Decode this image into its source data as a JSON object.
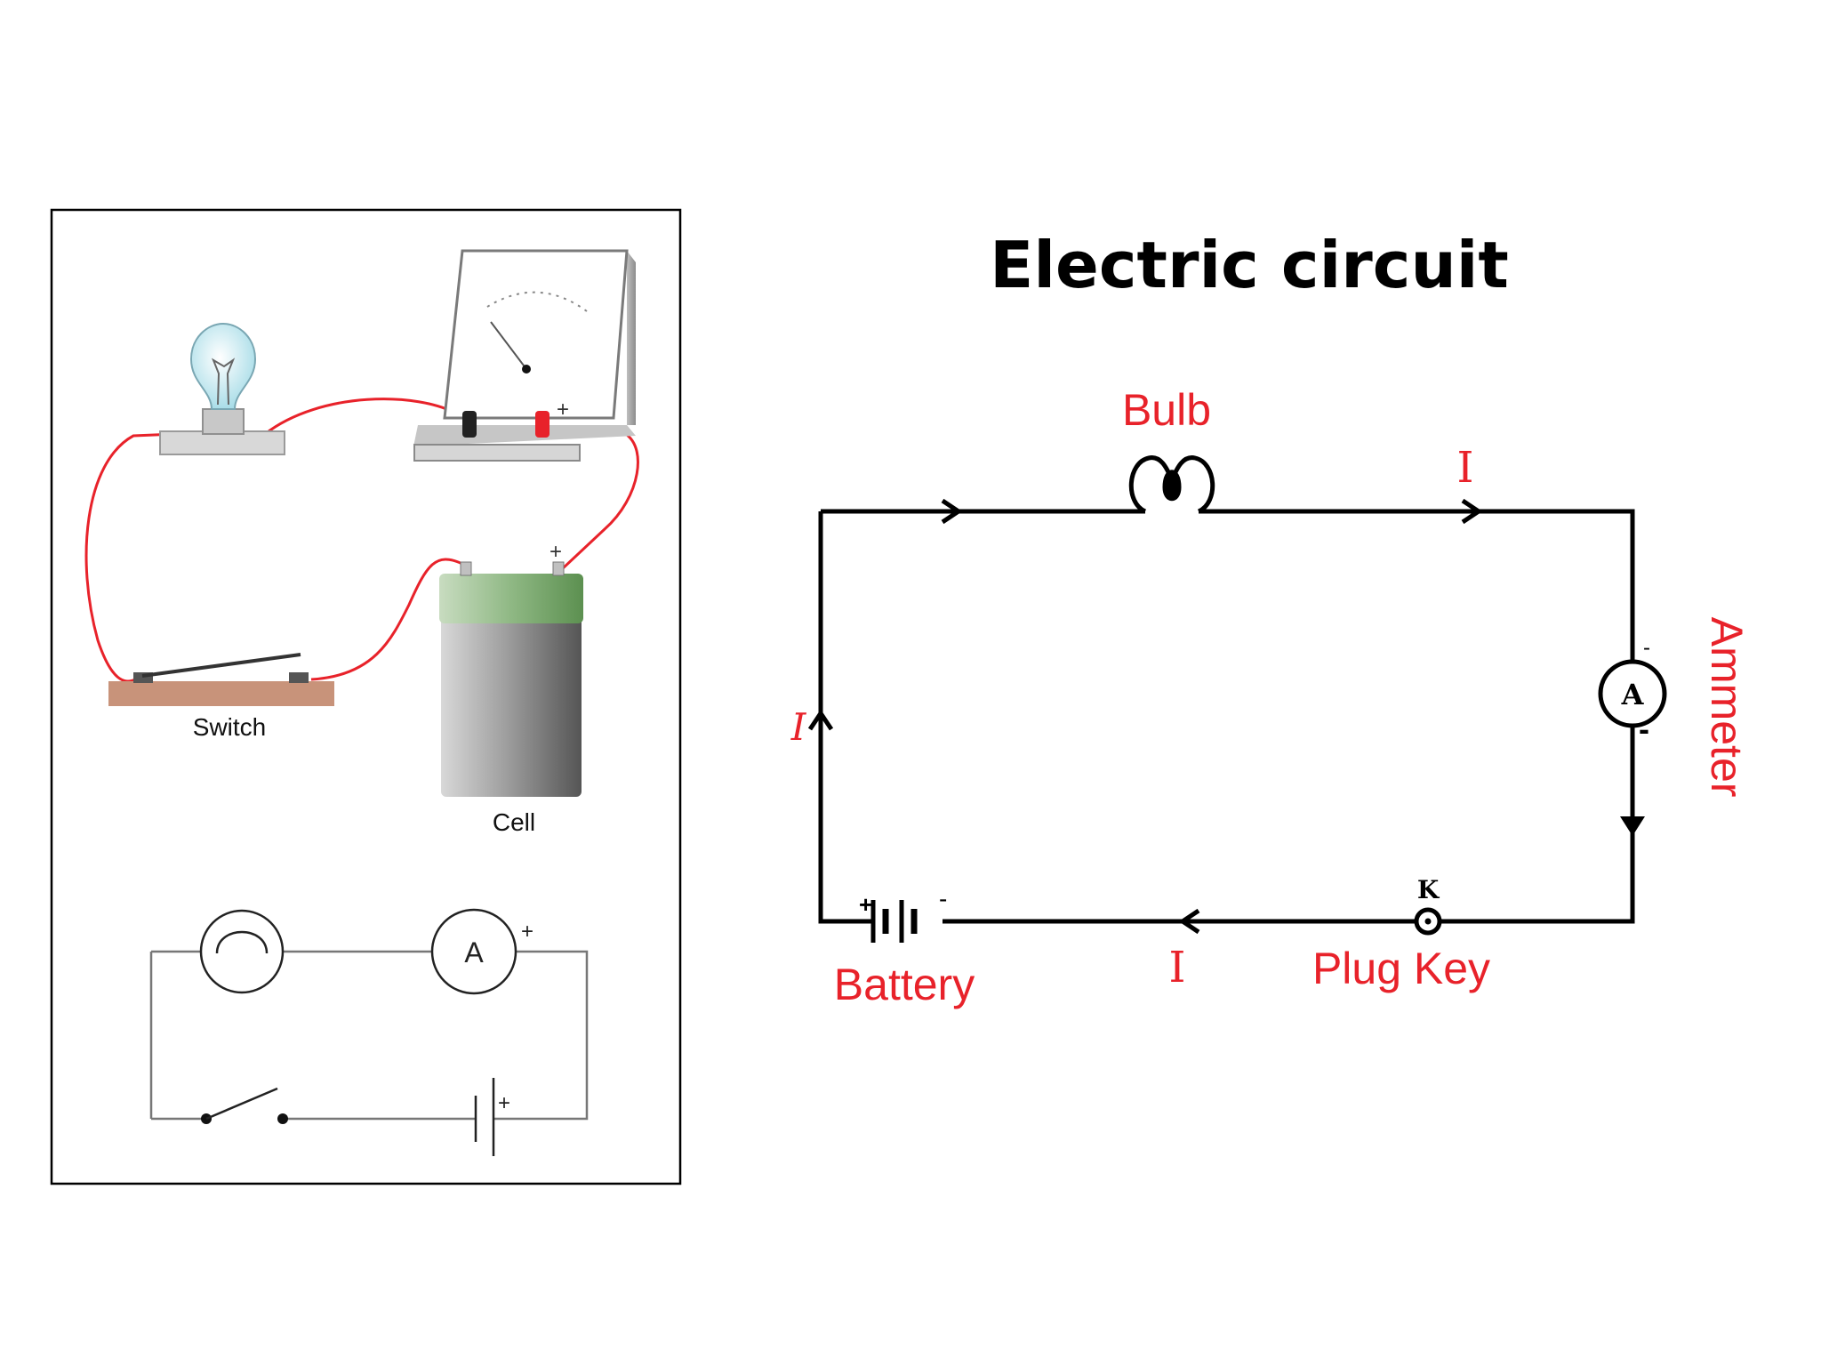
{
  "slide": {
    "title": "Electric circuit"
  },
  "left_panel": {
    "labels": {
      "switch": "Switch",
      "cell": "Cell",
      "plus": "+",
      "ammeter_symbol": "A"
    }
  },
  "circuit_diagram": {
    "labels": {
      "bulb": "Bulb",
      "ammeter": "Ammeter",
      "battery": "Battery",
      "plug_key": "Plug Key",
      "current": "I",
      "ammeter_symbol": "A",
      "key_symbol": "K",
      "plus": "+",
      "minus": "-"
    }
  },
  "colors": {
    "wire_red": "#e8222a",
    "label_red": "#e8222a",
    "wire_black": "#000000",
    "board_brown": "#c8937a",
    "cell_green": "#7fa870"
  }
}
